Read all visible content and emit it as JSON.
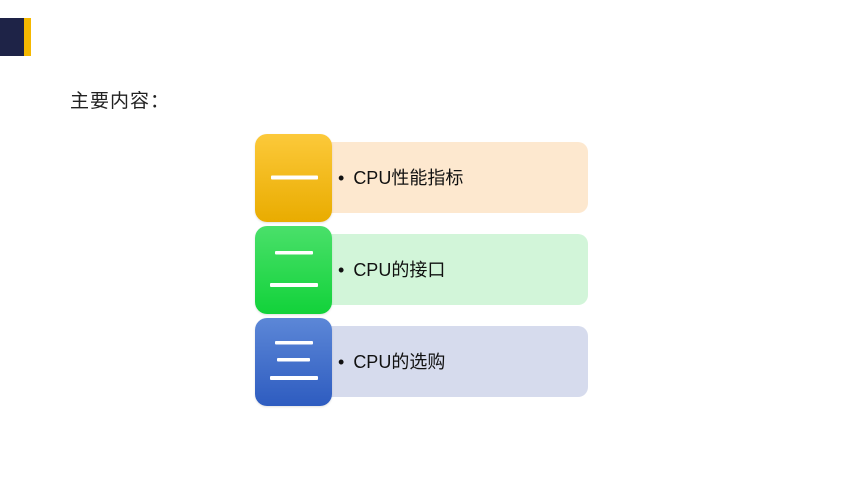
{
  "heading": "主要内容：",
  "items": [
    {
      "numeral": "一",
      "bullet": "•",
      "label": "CPU性能指标",
      "badge_color": "#f5b800",
      "bar_color": "#fde8cf"
    },
    {
      "numeral": "二",
      "bullet": "•",
      "label": "CPU的接口",
      "badge_color": "#12d23a",
      "bar_color": "#d2f5d9"
    },
    {
      "numeral": "三",
      "bullet": "•",
      "label": "CPU的选购",
      "badge_color": "#2e5cc0",
      "bar_color": "#d6dbed"
    }
  ]
}
